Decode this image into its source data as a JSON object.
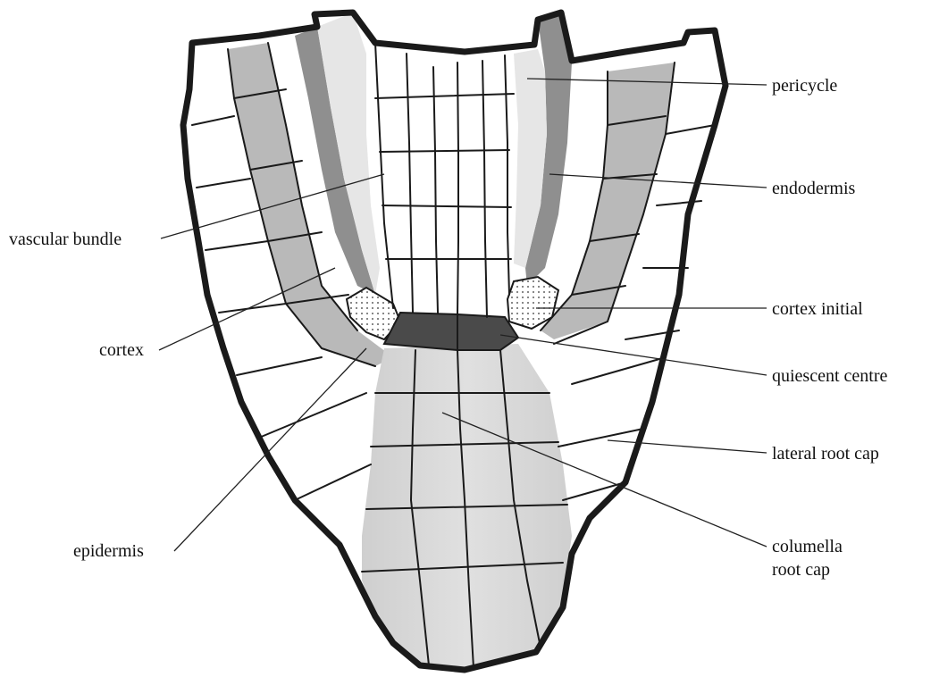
{
  "diagram": {
    "labels": {
      "pericycle": "pericycle",
      "endodermis": "endodermis",
      "vascular_bundle": "vascular bundle",
      "cortex_initial": "cortex initial",
      "cortex": "cortex",
      "quiescent_centre": "quiescent centre",
      "lateral_root_cap": "lateral root cap",
      "epidermis": "epidermis",
      "columella_line1": "columella",
      "columella_line2": "root cap"
    },
    "colors": {
      "outline": "#1a1a1a",
      "pericycle": "#e6e6e6",
      "endodermis": "#8f8f8f",
      "cortex": "#b9b9b9",
      "columella": "#d4d4d4",
      "quiescent_centre": "#4a4a4a",
      "cortex_initial": "#ffffff",
      "vascular": "#ffffff",
      "epidermis": "#ffffff"
    }
  }
}
